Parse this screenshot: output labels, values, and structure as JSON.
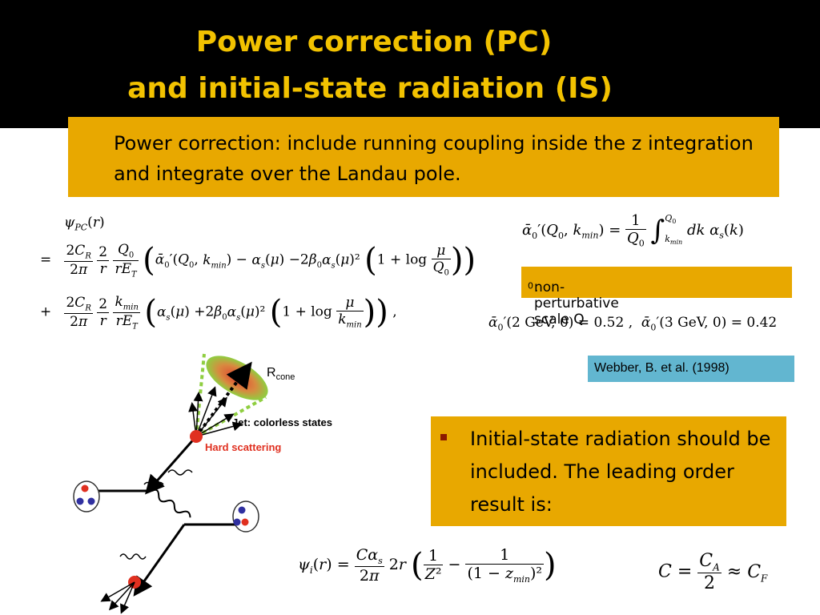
{
  "title": {
    "line1": "Power correction (PC)",
    "line2": "and initial-state radiation (IS)"
  },
  "pc_box": {
    "text": "Power correction: include running coupling inside the z integration and integrate over the Landau pole."
  },
  "np_box": {
    "text": "non-perturbative scale Q",
    "sub": "0",
    "tail": "."
  },
  "reference": "Webber, B. et al.  (1998)",
  "is_box": {
    "text": "Initial-state radiation should be included. The leading order result is:"
  },
  "equations": {
    "psi_pc_lhs": "ψPC(r)",
    "alpha_def": "ᾱ0′(Q0, kmin) = (1/Q0) ∫ dk αs(k)",
    "alpha_values": "ᾱ0′(2 GeV, 0) = 0.52 ,  ᾱ0′(3 GeV, 0) = 0.42",
    "psi_i": "ψi(r) = (Cαs/2π) 2r (1/Z² − 1/(1 − zmin)²)",
    "c_def": "C = CA/2 ≈ CF"
  },
  "diagram": {
    "r_cone": "R",
    "r_cone_sub": "cone",
    "jet_label": "Jet: colorless states",
    "hard_label": "Hard scattering"
  },
  "colors": {
    "title": "#f2c200",
    "box": "#e8a800",
    "reference_box": "#62b6d0",
    "hard_scattering": "#e03020",
    "bullet": "#8b1a00"
  }
}
